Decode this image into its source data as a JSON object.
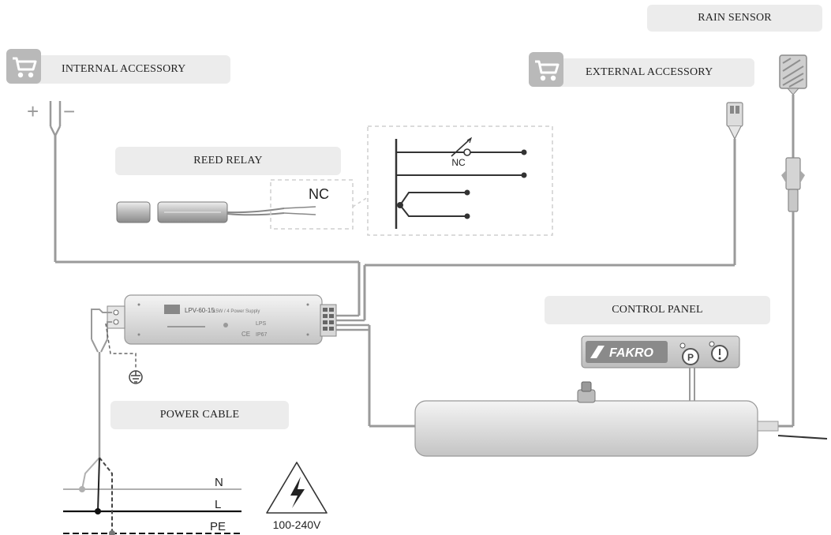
{
  "labels": {
    "rain_sensor": "RAIN SENSOR",
    "internal_accessory": "INTERNAL ACCESSORY",
    "external_accessory": "EXTERNAL ACCESSORY",
    "reed_relay": "REED RELAY",
    "control_panel": "CONTROL PANEL",
    "power_cable": "POWER CABLE"
  },
  "relay": {
    "nc_label": "NC",
    "switch_nc_label": "NC"
  },
  "polarity": {
    "plus": "+",
    "minus": "−"
  },
  "power_supply": {
    "model": "LPV-60-15",
    "type": "15W / 4 Power Supply",
    "lps": "LPS",
    "ip": "IP67",
    "ce": "CE"
  },
  "control_panel": {
    "brand": "FAKRO",
    "p_button": "P"
  },
  "mains": {
    "n": "N",
    "l": "L",
    "pe": "PE",
    "voltage": "100-240V"
  },
  "colors": {
    "wire": "#9a9a9a",
    "label_bg": "#ececec",
    "brand_bg": "#8a8a8a"
  },
  "icons": {
    "cart": "shopping-cart-icon",
    "warning": "high-voltage-warning-icon",
    "ground": "ground-symbol-icon"
  }
}
